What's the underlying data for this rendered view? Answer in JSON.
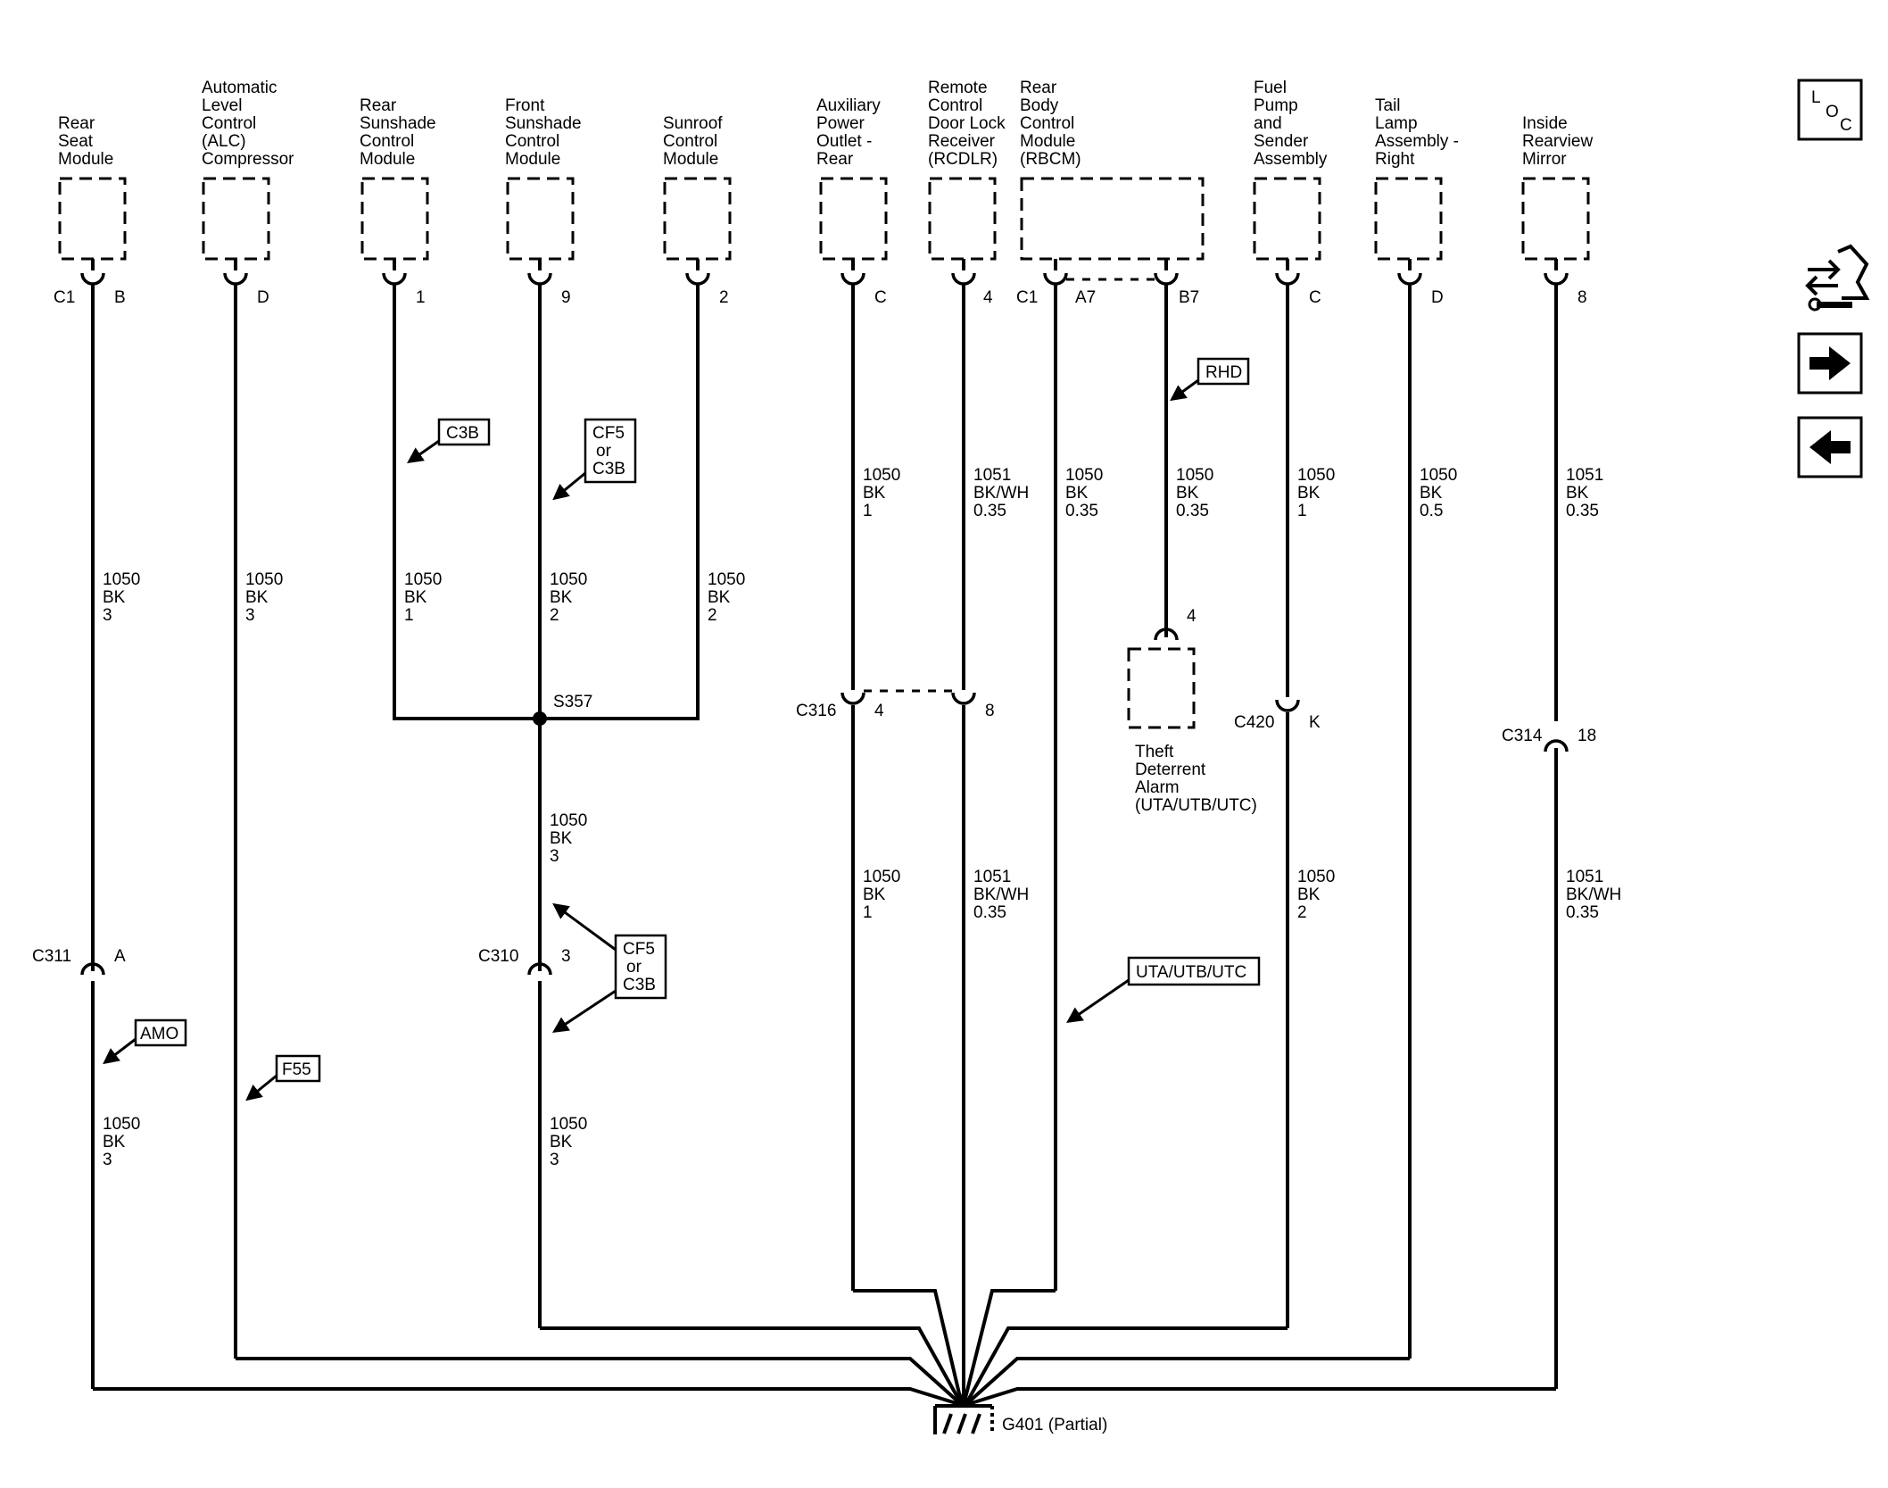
{
  "components": [
    {
      "id": "rear-seat-module",
      "lines": [
        "Rear",
        "Seat",
        "Module"
      ]
    },
    {
      "id": "alc-compressor",
      "lines": [
        "Automatic",
        "Level",
        "Control",
        "(ALC)",
        "Compressor"
      ]
    },
    {
      "id": "rear-sunshade-control-module",
      "lines": [
        "Rear",
        "Sunshade",
        "Control",
        "Module"
      ]
    },
    {
      "id": "front-sunshade-control-module",
      "lines": [
        "Front",
        "Sunshade",
        "Control",
        "Module"
      ]
    },
    {
      "id": "sunroof-control-module",
      "lines": [
        "Sunroof",
        "Control",
        "Module"
      ]
    },
    {
      "id": "auxiliary-power-outlet-rear",
      "lines": [
        "Auxiliary",
        "Power",
        "Outlet -",
        "Rear"
      ]
    },
    {
      "id": "rcdlr",
      "lines": [
        "Remote",
        "Control",
        "Door Lock",
        "Receiver",
        "(RCDLR)"
      ]
    },
    {
      "id": "rbcm",
      "lines": [
        "Rear",
        "Body",
        "Control",
        "Module",
        "(RBCM)"
      ]
    },
    {
      "id": "fuel-pump-sender",
      "lines": [
        "Fuel",
        "Pump",
        "and",
        "Sender",
        "Assembly"
      ]
    },
    {
      "id": "tail-lamp-right",
      "lines": [
        "Tail",
        "Lamp",
        "Assembly -",
        "Right"
      ]
    },
    {
      "id": "inside-rearview-mirror",
      "lines": [
        "Inside",
        "Rearview",
        "Mirror"
      ]
    },
    {
      "id": "theft-deterrent-alarm",
      "lines": [
        "Theft",
        "Deterrent",
        "Alarm",
        "(UTA/UTB/UTC)"
      ]
    }
  ],
  "pins": {
    "rear_seat_conn": "C1",
    "rear_seat_pin": "B",
    "alc_pin": "D",
    "rear_sunshade_pin": "1",
    "front_sunshade_pin": "9",
    "sunroof_pin": "2",
    "aux_pin": "C",
    "rcdlr_pin": "4",
    "rbcm_conn": "C1",
    "rbcm_pin_a": "A7",
    "rbcm_pin_b": "B7",
    "fuel_pin": "C",
    "tail_pin": "D",
    "mirror_pin": "8",
    "theft_pin": "4"
  },
  "wires": [
    {
      "id": "w-rear-seat-upper",
      "lines": [
        "1050",
        "BK",
        "3"
      ]
    },
    {
      "id": "w-alc",
      "lines": [
        "1050",
        "BK",
        "3"
      ]
    },
    {
      "id": "w-rear-sunshade",
      "lines": [
        "1050",
        "BK",
        "1"
      ]
    },
    {
      "id": "w-front-sunshade",
      "lines": [
        "1050",
        "BK",
        "2"
      ]
    },
    {
      "id": "w-sunroof",
      "lines": [
        "1050",
        "BK",
        "2"
      ]
    },
    {
      "id": "w-aux-upper",
      "lines": [
        "1050",
        "BK",
        "1"
      ]
    },
    {
      "id": "w-rcdlr-upper",
      "lines": [
        "1051",
        "BK/WH",
        "0.35"
      ]
    },
    {
      "id": "w-rbcm-a7",
      "lines": [
        "1050",
        "BK",
        "0.35"
      ]
    },
    {
      "id": "w-rbcm-b7",
      "lines": [
        "1050",
        "BK",
        "0.35"
      ]
    },
    {
      "id": "w-fuel-upper",
      "lines": [
        "1050",
        "BK",
        "1"
      ]
    },
    {
      "id": "w-tail",
      "lines": [
        "1050",
        "BK",
        "0.5"
      ]
    },
    {
      "id": "w-mirror-upper",
      "lines": [
        "1051",
        "BK",
        "0.35"
      ]
    },
    {
      "id": "w-splice-lower",
      "lines": [
        "1050",
        "BK",
        "3"
      ]
    },
    {
      "id": "w-aux-lower",
      "lines": [
        "1050",
        "BK",
        "1"
      ]
    },
    {
      "id": "w-rcdlr-lower",
      "lines": [
        "1051",
        "BK/WH",
        "0.35"
      ]
    },
    {
      "id": "w-fuel-lower",
      "lines": [
        "1050",
        "BK",
        "2"
      ]
    },
    {
      "id": "w-mirror-lower",
      "lines": [
        "1051",
        "BK/WH",
        "0.35"
      ]
    },
    {
      "id": "w-rear-seat-lower",
      "lines": [
        "1050",
        "BK",
        "3"
      ]
    },
    {
      "id": "w-c310-lower",
      "lines": [
        "1050",
        "BK",
        "3"
      ]
    }
  ],
  "connectors": {
    "c311": "C311",
    "c311_pin": "A",
    "c310": "C310",
    "c310_pin": "3",
    "c316": "C316",
    "c316_pin_a": "4",
    "c316_pin_b": "8",
    "c420": "C420",
    "c420_pin": "K",
    "c314": "C314",
    "c314_pin": "18"
  },
  "splice": "S357",
  "ground": "G401 (Partial)",
  "option_tags": {
    "c3b": "C3B",
    "cf5_c3b_upper": [
      "CF5",
      "or",
      "C3B"
    ],
    "cf5_c3b_lower": [
      "CF5",
      "or",
      "C3B"
    ],
    "rhd": "RHD",
    "amo": "AMO",
    "f55": "F55",
    "uta": "UTA/UTB/UTC"
  },
  "nav": {
    "loc_l": "L",
    "loc_o": "O",
    "loc_c": "C"
  }
}
